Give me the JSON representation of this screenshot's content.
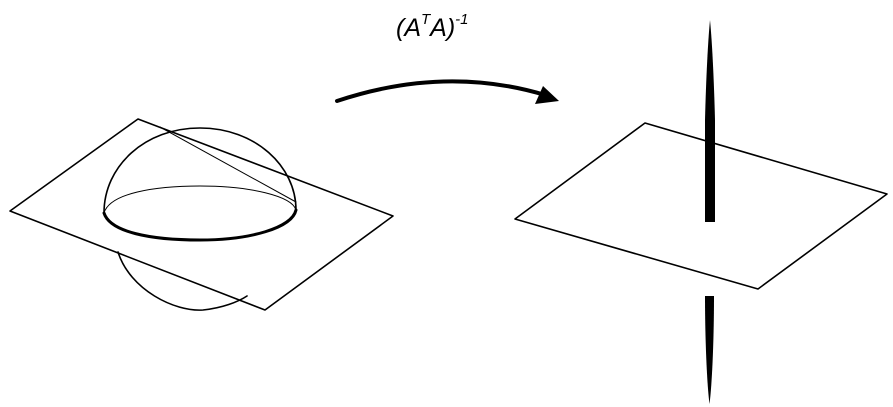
{
  "transform": {
    "base": "(A",
    "transpose_sup": "T",
    "middle": "A)",
    "inverse_sup": "-1"
  },
  "colors": {
    "stroke": "#000000",
    "background": "#ffffff"
  }
}
